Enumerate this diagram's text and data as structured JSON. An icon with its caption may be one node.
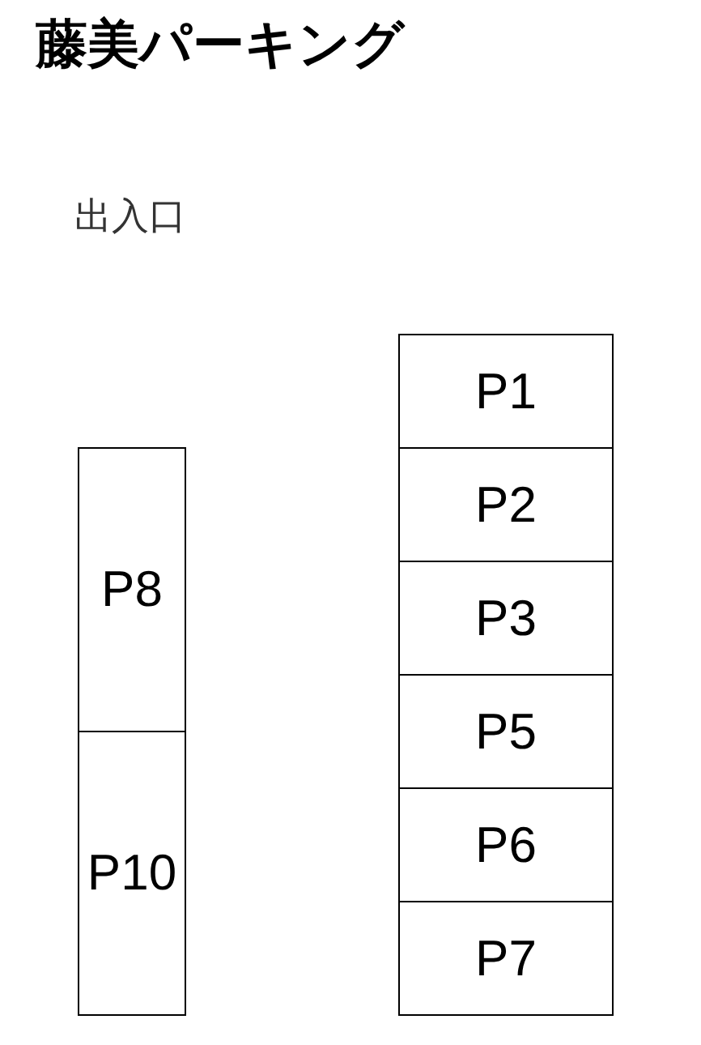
{
  "diagram": {
    "title": "藤美パーキング",
    "nodes": [
      {
        "text": [
          "P1"
        ]
      },
      {
        "text": [
          "P2"
        ]
      },
      {
        "text": [
          "P3"
        ]
      },
      {
        "text": [
          "P5"
        ]
      },
      {
        "text": [
          "P6"
        ]
      },
      {
        "text": [
          "P7"
        ]
      },
      {
        "text": [
          "P8"
        ]
      },
      {
        "text": [
          "P10"
        ]
      }
    ],
    "labels": [
      "出入口"
    ]
  }
}
